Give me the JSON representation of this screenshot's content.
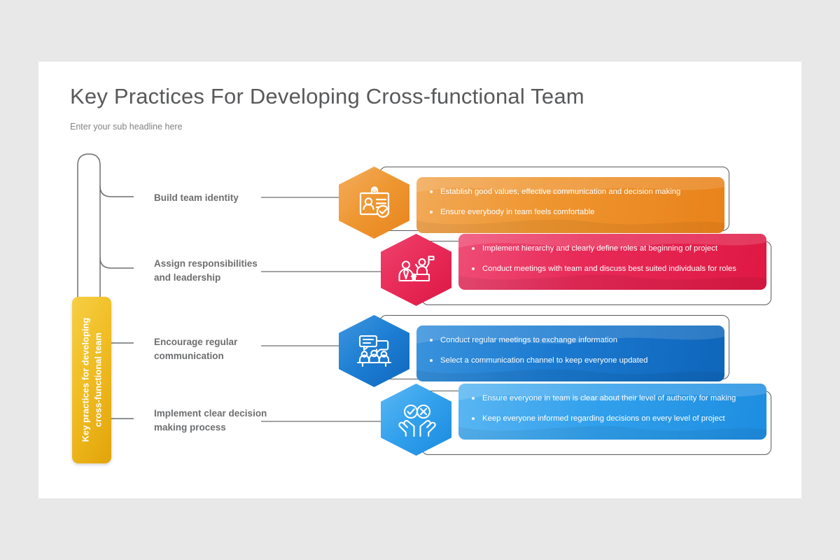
{
  "header": {
    "title": "Key Practices For Developing Cross-functional Team",
    "subtitle": "Enter your sub headline here"
  },
  "main_tab": {
    "label": "Key practices for developing cross-functional team",
    "color": "#F0BD23"
  },
  "rows": [
    {
      "label": "Build team identity",
      "icon": "id-badge-icon",
      "color": "#EF9A32",
      "panel_color": "#EF8F22",
      "bullets": [
        "Establish good values, effective communication and decision making",
        "Ensure everybody in team feels comfortable"
      ]
    },
    {
      "label": "Assign responsibilities and leadership",
      "icon": "leadership-icon",
      "color": "#E8285A",
      "panel_color": "#E62550",
      "bullets": [
        "Implement hierarchy and clearly define roles at beginning of project",
        "Conduct meetings with team and discuss best suited individuals for roles"
      ]
    },
    {
      "label": "Encourage regular communication",
      "icon": "meeting-icon",
      "color": "#1E7FD4",
      "panel_color": "#1877CE",
      "bullets": [
        "Conduct regular meetings to exchange information",
        "Select a communication channel to keep everyone updated"
      ]
    },
    {
      "label": "Implement clear decision making process",
      "icon": "decision-hands-icon",
      "color": "#33A3EE",
      "panel_color": "#2F9DEA",
      "bullets": [
        "Ensure everyone in team is clear about their level of authority for making",
        "Keep everyone informed regarding decisions on every level of project"
      ]
    }
  ]
}
